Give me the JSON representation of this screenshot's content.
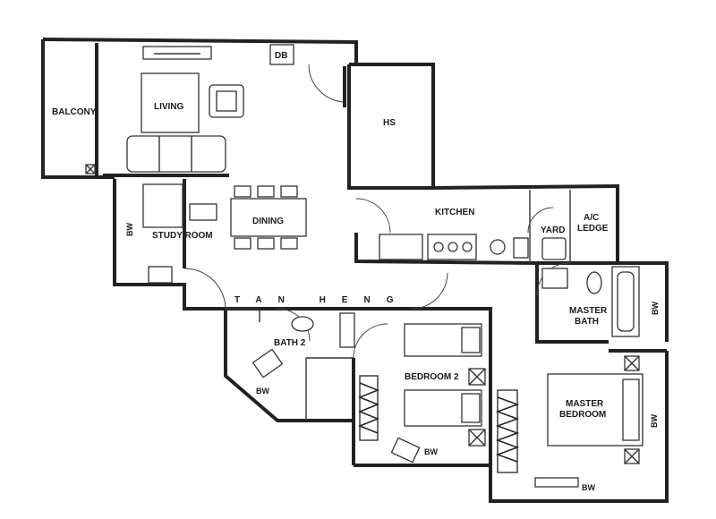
{
  "rooms": {
    "balcony": "BALCONY",
    "living": "LIVING",
    "db": "DB",
    "hs": "HS",
    "study": "STUDY ROOM",
    "dining": "DINING",
    "kitchen": "KITCHEN",
    "yard": "YARD",
    "ac_ledge_line1": "A/C",
    "ac_ledge_line2": "LEDGE",
    "master_bath_line1": "MASTER",
    "master_bath_line2": "BATH",
    "bath2": "BATH 2",
    "bedroom2": "BEDROOM 2",
    "master_bedroom_line1": "MASTER",
    "master_bedroom_line2": "BEDROOM"
  },
  "wardrobes": {
    "study": "BW",
    "bath2": "BW",
    "bedroom2": "BW",
    "master_bath": "BW",
    "master_bedroom_side": "BW",
    "master_bedroom_bottom": "BW"
  },
  "watermark": "TAN HENG"
}
